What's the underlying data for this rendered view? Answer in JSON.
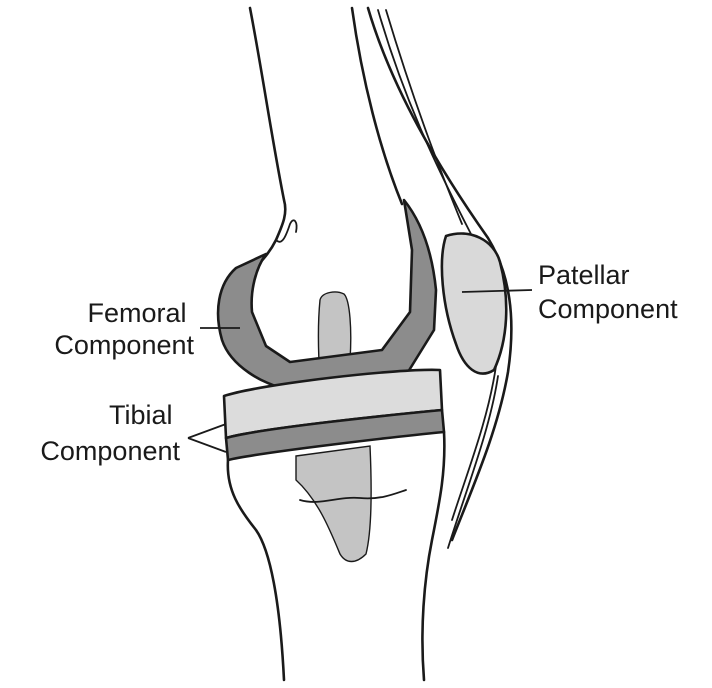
{
  "labels": {
    "femoral": [
      "Femoral",
      "Component"
    ],
    "tibial": [
      "Tibial",
      "Component"
    ],
    "patellar": [
      "Patellar",
      "Component"
    ]
  },
  "colors": {
    "metal_component": "#8c8c8c",
    "plastic_component": "#dcdcdc",
    "stem_implant": "#c4c4c4",
    "patellar_button": "#d9d9d9",
    "bone_outline": "#1a1a1a",
    "background": "#ffffff"
  }
}
